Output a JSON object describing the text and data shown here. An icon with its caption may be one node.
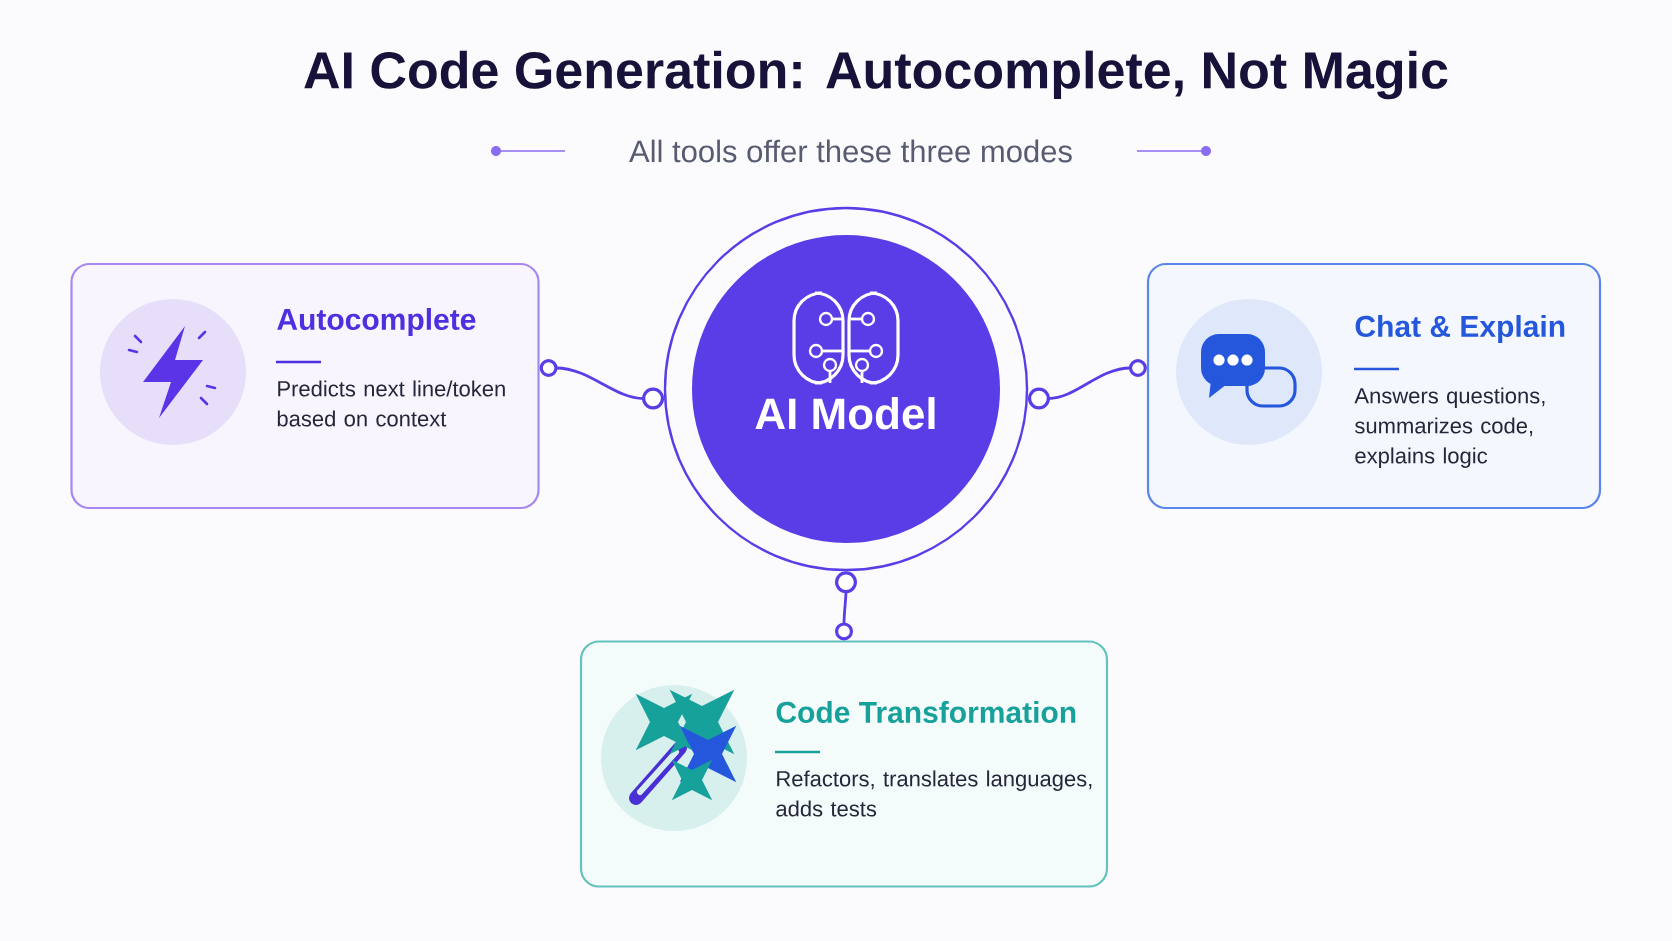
{
  "diagram": {
    "title": "AI Code Generation: Autocomplete, Not Magic",
    "nodes": [
      {
        "text": [
          "AI Model"
        ]
      },
      {
        "text": [
          "Autocomplete",
          "Predicts next line/token based on context"
        ]
      },
      {
        "text": [
          "Chat & Explain",
          "Answers questions, summarizes code, explains logic"
        ]
      },
      {
        "text": [
          "Code Transformation",
          "Refactors, translates languages, adds tests"
        ]
      }
    ],
    "edges": [
      {
        "from": 0,
        "to": 1,
        "arrow": "other"
      },
      {
        "from": 0,
        "to": 2,
        "arrow": "other"
      },
      {
        "from": 0,
        "to": 3,
        "arrow": "other"
      }
    ],
    "labels": [
      "All tools offer these three modes"
    ]
  }
}
